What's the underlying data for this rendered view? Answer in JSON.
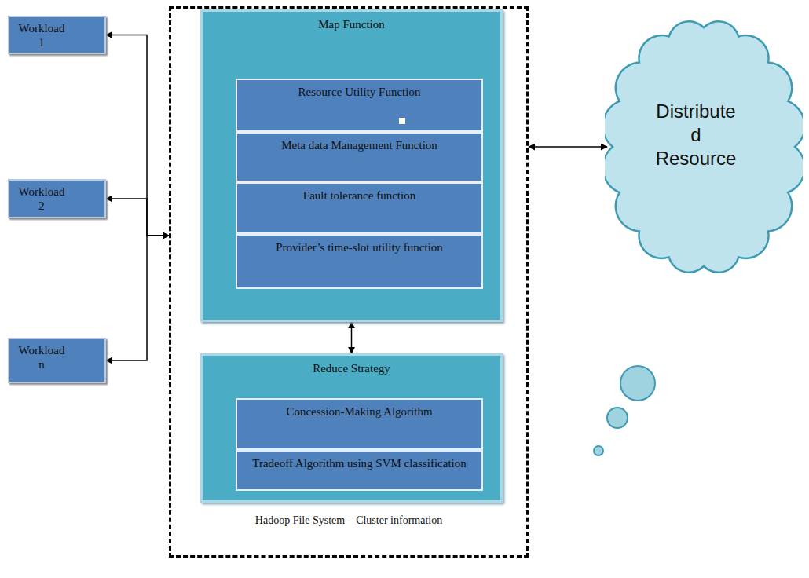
{
  "diagram": {
    "nodes": [
      {
        "text": [
          "Workload 1"
        ]
      },
      {
        "text": [
          "Workload 2"
        ]
      },
      {
        "text": [
          "Workload n"
        ]
      },
      {
        "text": [
          "Hadoop File System – Cluster information"
        ]
      },
      {
        "text": [
          "Map Function"
        ],
        "in": 3
      },
      {
        "text": [
          "Resource Utility Function"
        ],
        "in": 4
      },
      {
        "text": [
          "Meta data Management Function"
        ],
        "in": 4
      },
      {
        "text": [
          "Fault tolerance function"
        ],
        "in": 4
      },
      {
        "text": [
          "Provider’s time-slot utility function"
        ],
        "in": 4
      },
      {
        "text": [
          "Reduce Strategy"
        ],
        "in": 3
      },
      {
        "text": [
          "Concession-Making Algorithm"
        ],
        "in": 9
      },
      {
        "text": [
          "Tradeoff Algorithm using SVM classification"
        ],
        "in": 9
      },
      {
        "text": [
          "Distribute d Resource"
        ]
      }
    ],
    "edges": [
      {
        "from": 0,
        "to": 3,
        "arrow": "both"
      },
      {
        "from": 1,
        "to": 3,
        "arrow": "both"
      },
      {
        "from": 2,
        "to": 3,
        "arrow": "both"
      },
      {
        "from": 4,
        "to": 9,
        "arrow": "both"
      },
      {
        "from": 3,
        "to": 12,
        "arrow": "both"
      }
    ]
  }
}
